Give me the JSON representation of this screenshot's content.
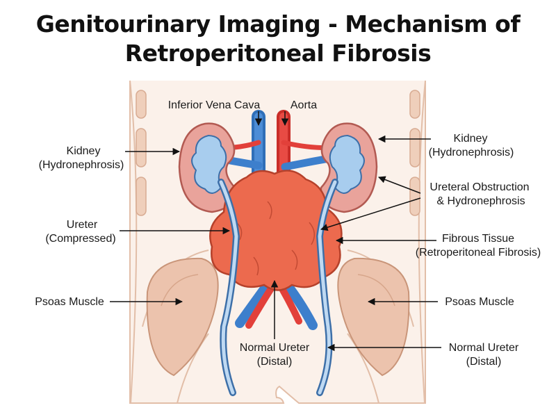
{
  "title": {
    "line1": "Genitourinary Imaging - Mechanism of",
    "line2": "Retroperitoneal Fibrosis"
  },
  "labels": {
    "ivc": "Inferior Vena Cava",
    "aorta": "Aorta",
    "kidney_left": {
      "line1": "Kidney",
      "line2": "(Hydronephrosis)"
    },
    "kidney_right": {
      "line1": "Kidney",
      "line2": "(Hydronephrosis)"
    },
    "ureter_compressed": {
      "line1": "Ureter",
      "line2": "(Compressed)"
    },
    "ureteral_obstruction": {
      "line1": "Ureteral Obstruction",
      "line2": "& Hydronephrosis"
    },
    "fibrous_tissue": {
      "line1": "Fibrous Tissue",
      "line2": "(Retroperitoneal Fibrosis)"
    },
    "psoas_left": "Psoas Muscle",
    "psoas_right": "Psoas Muscle",
    "normal_ureter_center": {
      "line1": "Normal Ureter",
      "line2": "(Distal)"
    },
    "normal_ureter_right": {
      "line1": "Normal Ureter",
      "line2": "(Distal)"
    }
  },
  "colors": {
    "artery": "#e2403a",
    "vein": "#3d7fcc",
    "kidney": "#e9a39b",
    "renal_pelvis": "#a8cdee",
    "fibrosis": "#ec6a4e",
    "psoas": "#ecc3ad",
    "body_outline": "#e8c9b6",
    "ureter": "#bfd9f2"
  }
}
